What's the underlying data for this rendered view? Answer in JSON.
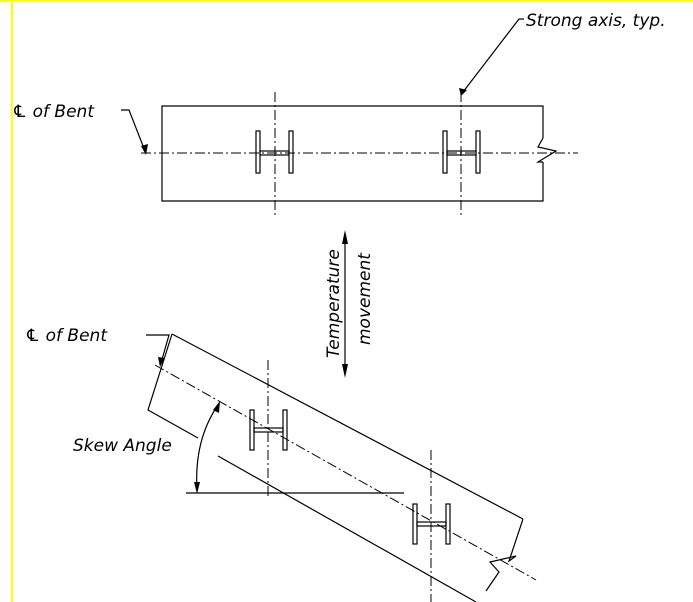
{
  "labels": {
    "strong_axis": "Strong axis, typ.",
    "cl_of_bent_top": "℄ of Bent",
    "cl_of_bent_bottom": "℄ of Bent",
    "temperature": "Temperature",
    "movement": "movement",
    "skew_angle": "Skew Angle"
  },
  "colors": {
    "border": "#ffff00",
    "lines": "#000000",
    "background": "#ffffff"
  }
}
